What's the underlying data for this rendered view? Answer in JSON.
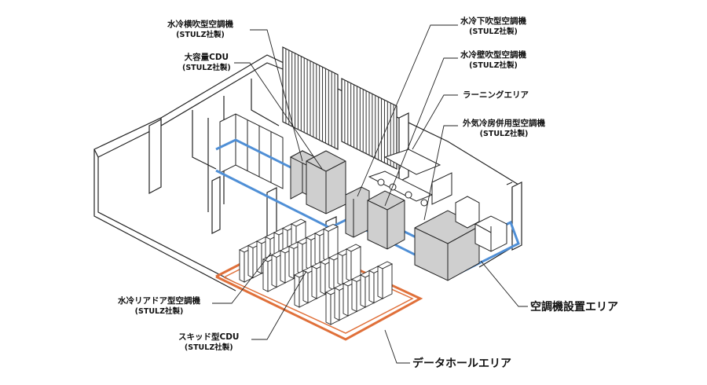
{
  "callouts": {
    "water_side_ahu": {
      "name": "水冷横吹型空調機",
      "maker": "(STULZ社製)"
    },
    "large_cdu": {
      "name": "大容量CDU",
      "maker": "(STULZ社製)"
    },
    "water_down_ahu": {
      "name": "水冷下吹型空調機",
      "maker": "(STULZ社製)"
    },
    "water_wall_ahu": {
      "name": "水冷壁吹型空調機",
      "maker": "(STULZ社製)"
    },
    "learning_area": {
      "name": "ラーニングエリア"
    },
    "outside_air_ahu": {
      "name": "外気冷房併用型空調機",
      "maker": "(STULZ社製)"
    },
    "rear_door": {
      "name": "水冷リアドア型空調機",
      "maker": "(STULZ社製)"
    },
    "skid_cdu": {
      "name": "スキッド型CDU",
      "maker": "(STULZ社製)"
    }
  },
  "areas": {
    "ahu_area": "空調機設置エリア",
    "data_hall": "データホールエリア"
  },
  "colors": {
    "ahu_area_outline": "#4f8fd6",
    "data_hall_outline": "#e0703a",
    "equipment_fill": "#cfcfcf",
    "line": "#222222"
  }
}
